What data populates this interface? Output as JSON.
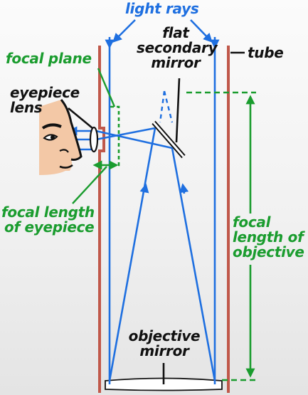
{
  "colors": {
    "ray": "#1e6fe0",
    "focal": "#1a9c2e",
    "tube": "#c0584a",
    "text": "#111111",
    "skin": "#f3c8a6"
  },
  "labels": {
    "light_rays": "light rays",
    "flat_secondary_mirror": [
      "flat",
      "secondary",
      "mirror"
    ],
    "tube": "tube",
    "focal_plane": "focal plane",
    "eyepiece_lens": [
      "eyepiece",
      "lens"
    ],
    "focal_length_eyepiece": [
      "focal length",
      "of eyepiece"
    ],
    "focal_length_objective": [
      "focal",
      "length of",
      "objective"
    ],
    "objective_mirror": [
      "objective",
      "mirror"
    ]
  }
}
